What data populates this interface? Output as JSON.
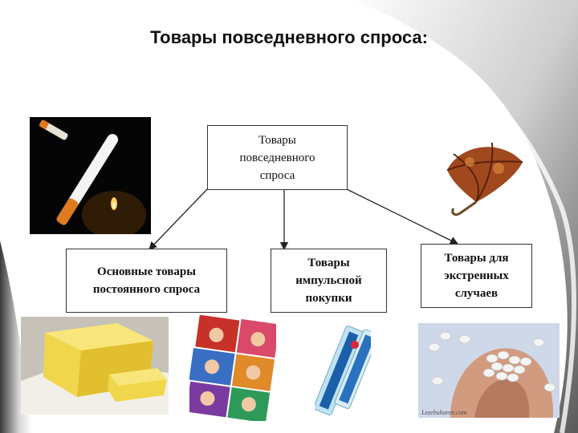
{
  "title": "Товары повседневного спроса:",
  "root_node": {
    "label": "Товары\nповседневного\nспроса"
  },
  "children": [
    {
      "label": "Основные товары\nпостоянного спроса"
    },
    {
      "label": "Товары\nимпульсной\nпокупки"
    },
    {
      "label": "Товары для\nэкстренных\nслучаев"
    }
  ],
  "images": {
    "cigarette": "cigarette-candle-photo",
    "umbrella": "umbrella-photo",
    "butter": "butter-photo",
    "magazines": "magazines-photo",
    "gum": "chewing-gum-photo",
    "pills": "pills-in-hand-photo"
  },
  "image_text": {
    "pills_watermark": "Lezebuhoren.com"
  }
}
